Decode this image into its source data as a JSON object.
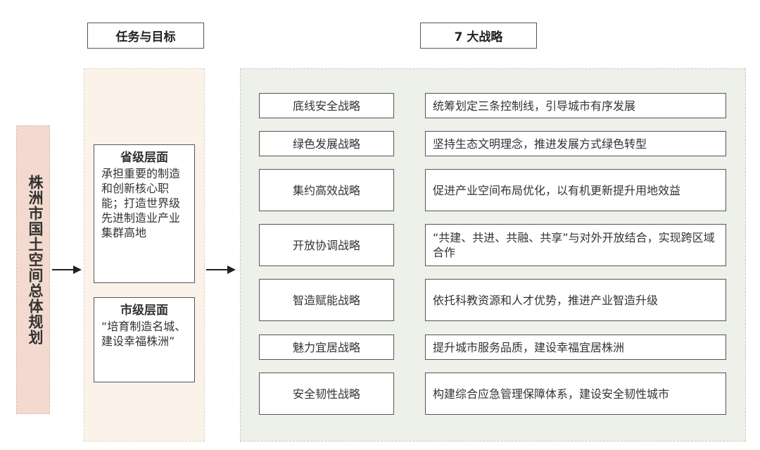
{
  "headers": {
    "tasks": "任务与目标",
    "strategies": "7 大战略"
  },
  "plan_title": "株洲市国土空间总体规划",
  "levels": {
    "provincial": {
      "title": "省级层面",
      "text": "承担重要的制造和创新核心职能；打造世界级先进制造业产业集群高地"
    },
    "municipal": {
      "title": "市级层面",
      "text": "“培育制造名城、建设幸福株洲”"
    }
  },
  "strategies": [
    {
      "name": "底线安全战略",
      "desc": "统筹划定三条控制线，引导城市有序发展"
    },
    {
      "name": "绿色发展战略",
      "desc": "坚持生态文明理念，推进发展方式绿色转型"
    },
    {
      "name": "集约高效战略",
      "desc": "促进产业空间布局优化，以有机更新提升用地效益"
    },
    {
      "name": "开放协调战略",
      "desc": "“共建、共进、共融、共享”与对外开放结合，实现跨区域合作"
    },
    {
      "name": "智造赋能战略",
      "desc": "依托科教资源和人才优势，推进产业智造升级"
    },
    {
      "name": "魅力宜居战略",
      "desc": "提升城市服务品质，建设幸福宜居株洲"
    },
    {
      "name": "安全韧性战略",
      "desc": "构建综合应急管理保障体系，建设安全韧性城市"
    }
  ]
}
